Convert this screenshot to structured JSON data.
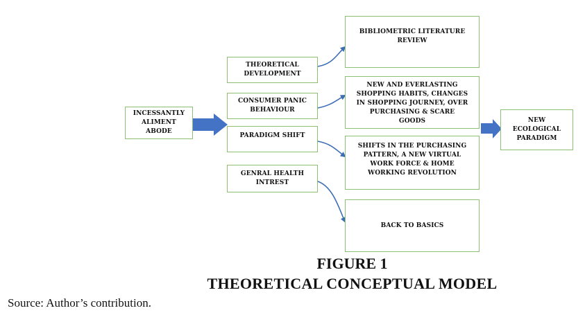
{
  "nodes": {
    "incessantly": "INCESSANTLY\nALIMENT\nABODE",
    "theoretical": "THEORETICAL\nDEVELOPMENT",
    "consumer_panic": "CONSUMER PANIC\nBEHAVIOUR",
    "paradigm_shift": "PARADIGM SHIFT",
    "general_health": "GENRAL HEALTH\nINTREST",
    "bibliometric": "BIBLIOMETRIC LITERATURE\nREVIEW",
    "new_everlasting": "NEW AND EVERLASTING\nSHOPPING HABITS, CHANGES\nIN SHOPPING JOURNEY, OVER\nPURCHASING & SCARE\nGOODS",
    "shifts": "SHIFTS IN THE PURCHASING\nPATTERN, A NEW VIRTUAL\nWORK FORCE & HOME\nWORKING REVOLUTION",
    "back_to_basics": "BACK TO BASICS",
    "new_ecological": "NEW\nECOLOGICAL\nPARADIGM"
  },
  "figure": {
    "number": "FIGURE 1",
    "title": "THEORETICAL CONCEPTUAL MODEL"
  },
  "source": "Source: Author’s contribution.",
  "colors": {
    "box_border": "#8cbf72",
    "arrow_fill": "#4472c4",
    "connector": "#3d6eb5"
  }
}
